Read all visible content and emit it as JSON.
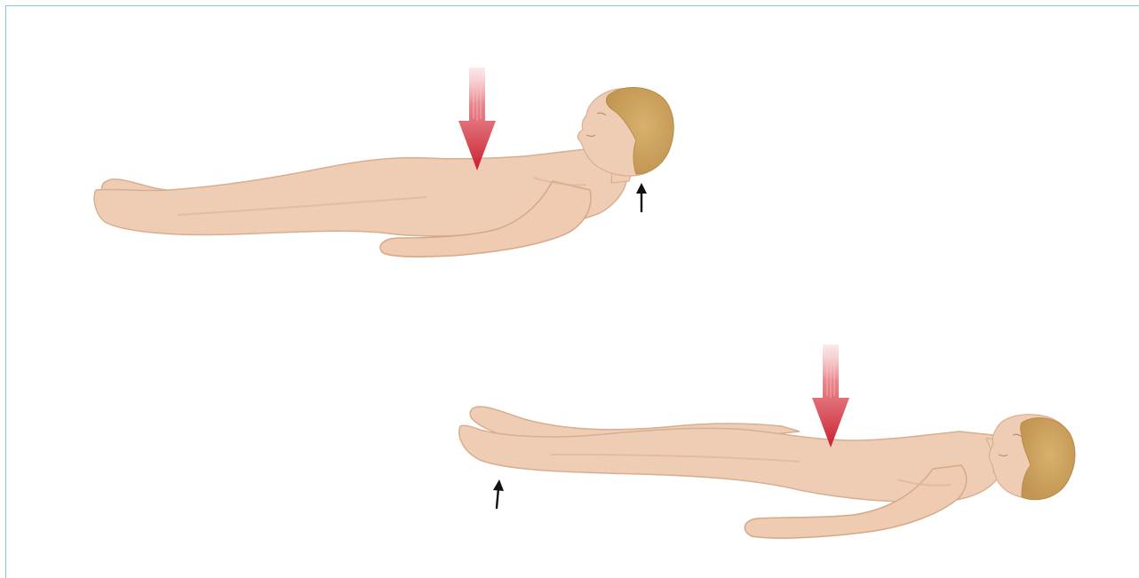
{
  "colors": {
    "frame_border": "#7fc9e4",
    "skin": "#efcdb4",
    "skin_shadow": "#e2b79a",
    "skin_outline": "#d6a888",
    "hair": "#d2a865",
    "hair_dark": "#b98b48",
    "pressure_arrow": "#c8202e",
    "pressure_arrow_light": "#e88a90",
    "support_arrow": "#111111"
  },
  "figures": [
    {
      "id": "figure-top",
      "description_icon": "supine-person-illustration",
      "pressure_arrow_icon": "red-down-arrow-icon",
      "support_arrow_icon": "black-up-arrow-icon",
      "support_point": "neck"
    },
    {
      "id": "figure-bottom",
      "description_icon": "supine-person-illustration",
      "pressure_arrow_icon": "red-down-arrow-icon",
      "support_arrow_icon": "black-up-arrow-icon",
      "support_point": "feet"
    }
  ]
}
